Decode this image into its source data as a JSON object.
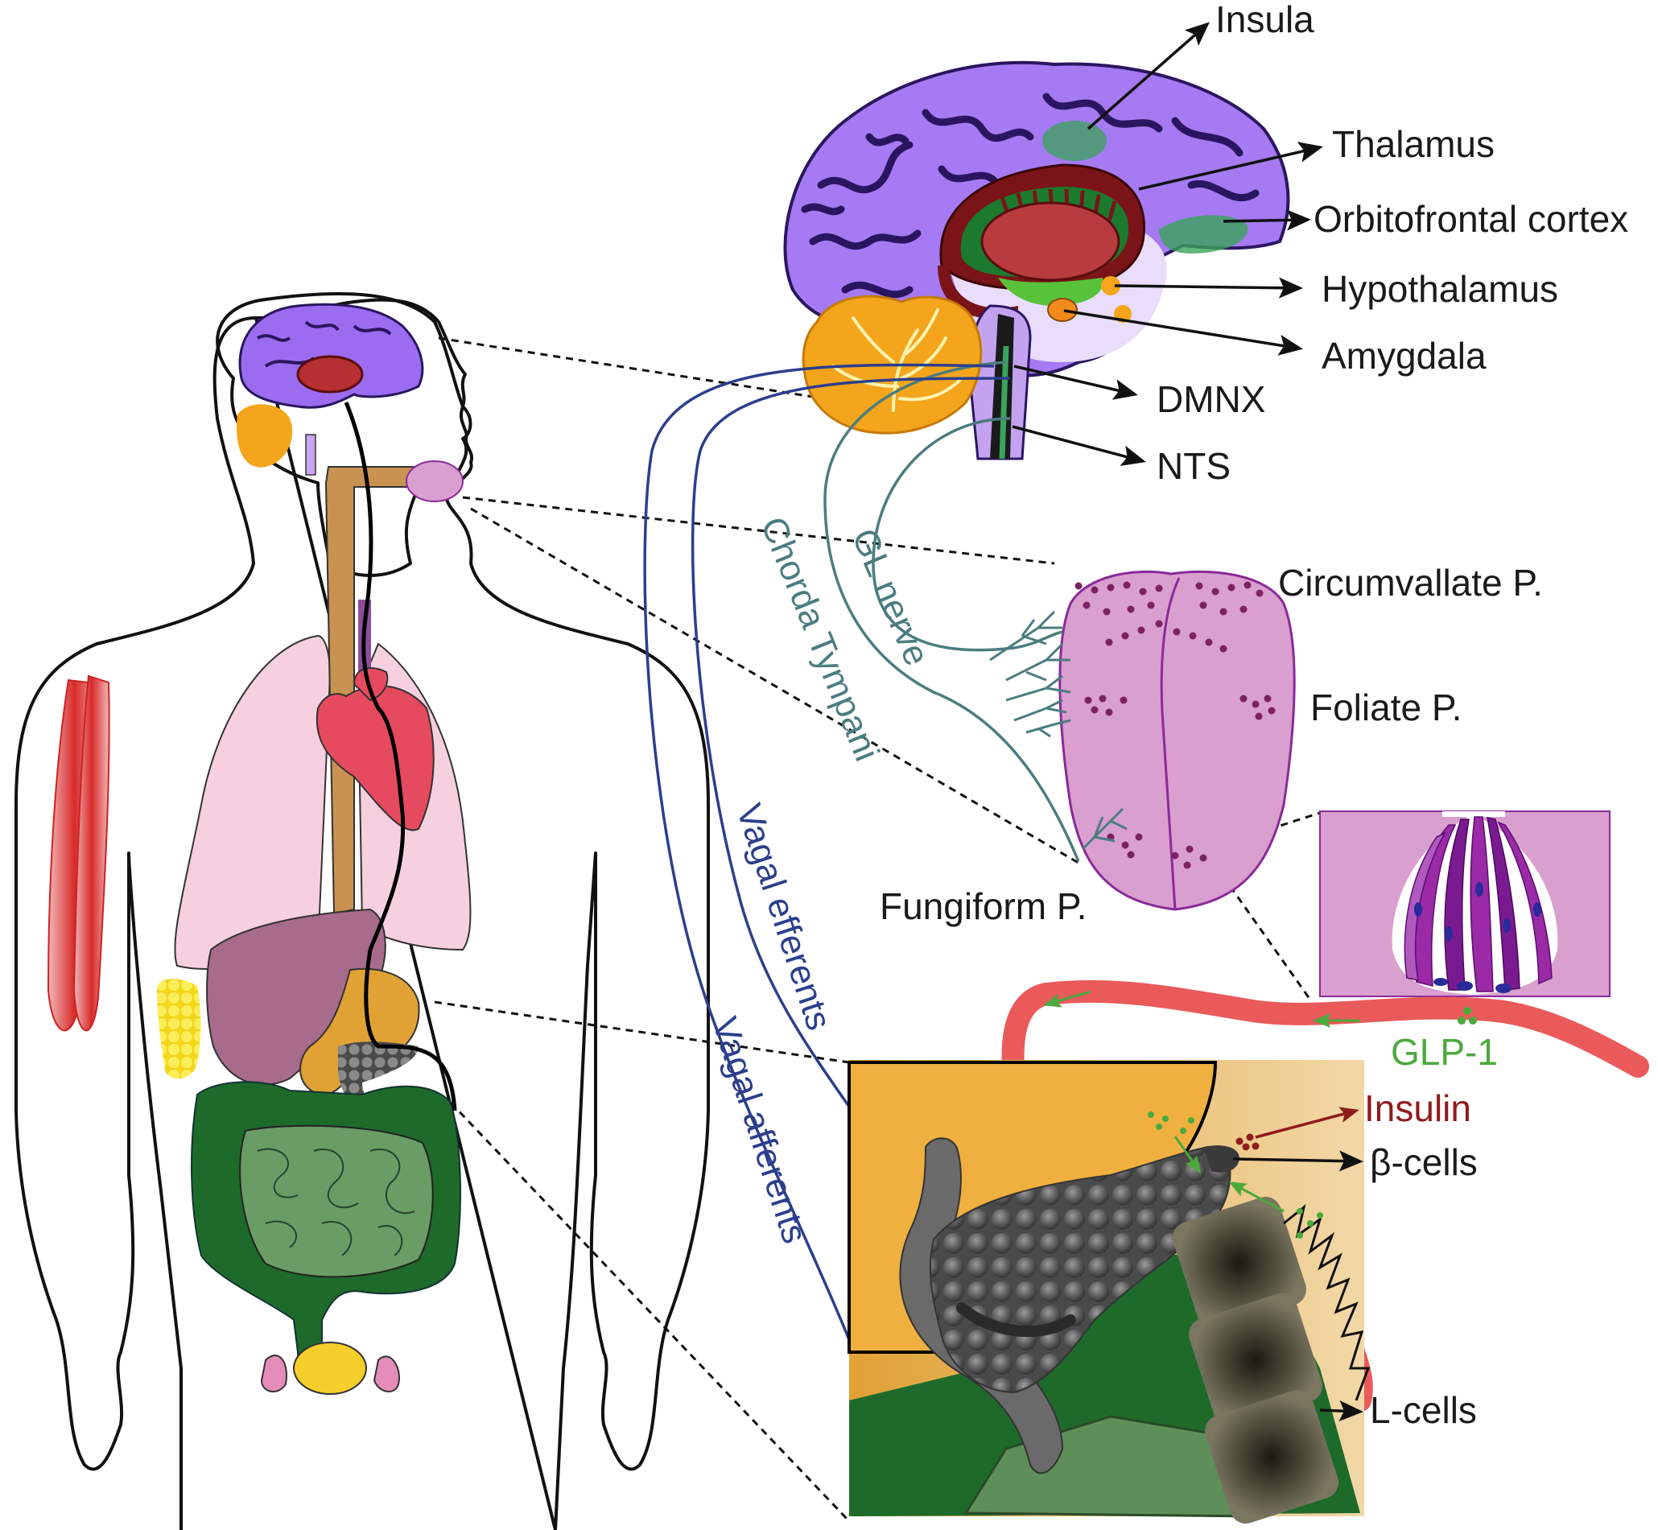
{
  "labels": {
    "insula": "Insula",
    "thalamus": "Thalamus",
    "orbitofrontal": "Orbitofrontal cortex",
    "hypothalamus": "Hypothalamus",
    "amygdala": "Amygdala",
    "dmnx": "DMNX",
    "nts": "NTS",
    "circumvallate": "Circumvallate P.",
    "foliate": "Foliate P.",
    "fungiform": "Fungiform P.",
    "glp1": "GLP-1",
    "insulin": "Insulin",
    "beta_cells": "β-cells",
    "l_cells": "L-cells"
  },
  "nerves": {
    "gl_nerve": "GL nerve",
    "chorda_tympani": "Chorda Tympani",
    "vagal_efferents": "Vagal efferents",
    "vagal_afferents": "Vagal afferents"
  },
  "colors": {
    "cortex": "#9b6cf0",
    "sulci": "#2a1660",
    "thalamus": "#b52f33",
    "limbic": "#3aa35a",
    "cerebellum": "#f4a51c",
    "tongue": "#d99fcf",
    "tongue_edge": "#8a2a9a",
    "blood": "#ea5a5a",
    "nerve_teal": "#4b7d7f",
    "nerve_blue": "#2b3f8c",
    "glp1_green": "#4ca93c",
    "insulin_red": "#8f1b1b",
    "colon": "#1e6a2a",
    "intestine": "#5e8f5a",
    "liver": "#a86b8b",
    "heart": "#e64a5e",
    "lung": "#f4cddd",
    "esophagus": "#cf9b50",
    "muscle": "#d93535",
    "fat": "#f8e53a"
  }
}
